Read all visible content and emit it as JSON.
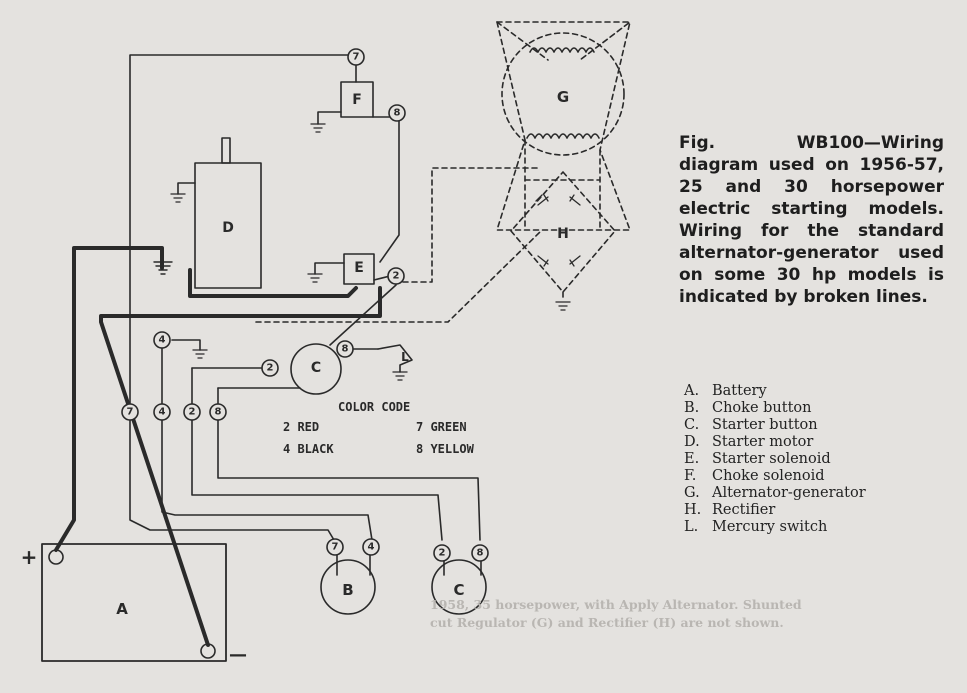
{
  "caption": {
    "text": "Fig. WB100—Wiring diagram used on 1956-57, 25 and 30 horsepower electric starting models. Wiring for the standard alternator-generator used on some 30 hp models is indicated by broken lines."
  },
  "legend": [
    {
      "key": "A.",
      "label": "Battery"
    },
    {
      "key": "B.",
      "label": "Choke button"
    },
    {
      "key": "C.",
      "label": "Starter button"
    },
    {
      "key": "D.",
      "label": "Starter motor"
    },
    {
      "key": "E.",
      "label": "Starter solenoid"
    },
    {
      "key": "F.",
      "label": "Choke solenoid"
    },
    {
      "key": "G.",
      "label": "Alternator-generator"
    },
    {
      "key": "H.",
      "label": "Rectifier"
    },
    {
      "key": "L.",
      "label": "Mercury switch"
    }
  ],
  "color_code": {
    "title": "COLOR CODE",
    "entries": [
      "2 RED",
      "4 BLACK",
      "7 GREEN",
      "8 YELLOW"
    ]
  },
  "components": {
    "A": "A",
    "B": "B",
    "C": "C",
    "C2": "C",
    "D": "D",
    "E": "E",
    "F": "F",
    "G": "G",
    "H": "H",
    "L": "L"
  },
  "terminals": {
    "plus": "+",
    "minus": "—"
  },
  "wire_numbers": {
    "n7": "7",
    "n8": "8",
    "n2": "2",
    "n4": "4"
  },
  "ghost_text": {
    "line1": "1958, 35 horsepower, with Apply Alternator. Shunted",
    "line2": "cut Regulator (G) and Rectifier (H) are not shown."
  },
  "colors": {
    "paper": "#e4e2df",
    "ink": "#2a2a2a"
  }
}
